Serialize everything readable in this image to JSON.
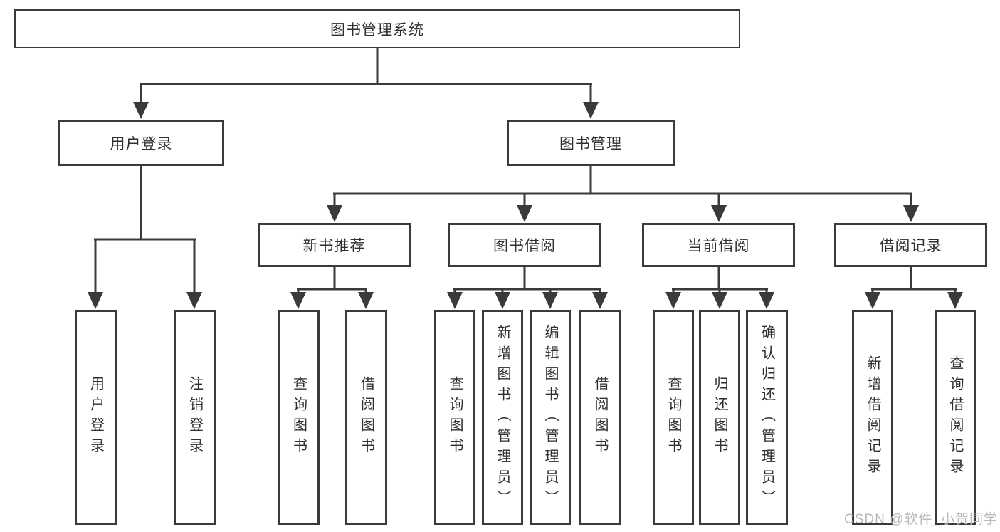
{
  "diagram": {
    "root": {
      "label": "图书管理系统"
    },
    "level2": [
      {
        "label": "用户登录"
      },
      {
        "label": "图书管理"
      }
    ],
    "level3": [
      {
        "label": "新书推荐"
      },
      {
        "label": "图书借阅"
      },
      {
        "label": "当前借阅"
      },
      {
        "label": "借阅记录"
      }
    ],
    "leaves": [
      {
        "label": "用户登录"
      },
      {
        "label": "注销登录"
      },
      {
        "label": "查询图书"
      },
      {
        "label": "借阅图书"
      },
      {
        "label": "查询图书"
      },
      {
        "label": "新增图书（管理员）"
      },
      {
        "label": "编辑图书（管理员）"
      },
      {
        "label": "借阅图书"
      },
      {
        "label": "查询图书"
      },
      {
        "label": "归还图书"
      },
      {
        "label": "确认归还（管理员）"
      },
      {
        "label": "新增借阅记录"
      },
      {
        "label": "查询借阅记录"
      }
    ]
  },
  "watermark": {
    "text": "CSDN @软件_小贺同学"
  },
  "colors": {
    "line": "#3a3a3a",
    "text": "#2f2f2f",
    "box_background": "#ffffff",
    "page_background": "#ffffff",
    "watermark": "#b8b8b8"
  }
}
